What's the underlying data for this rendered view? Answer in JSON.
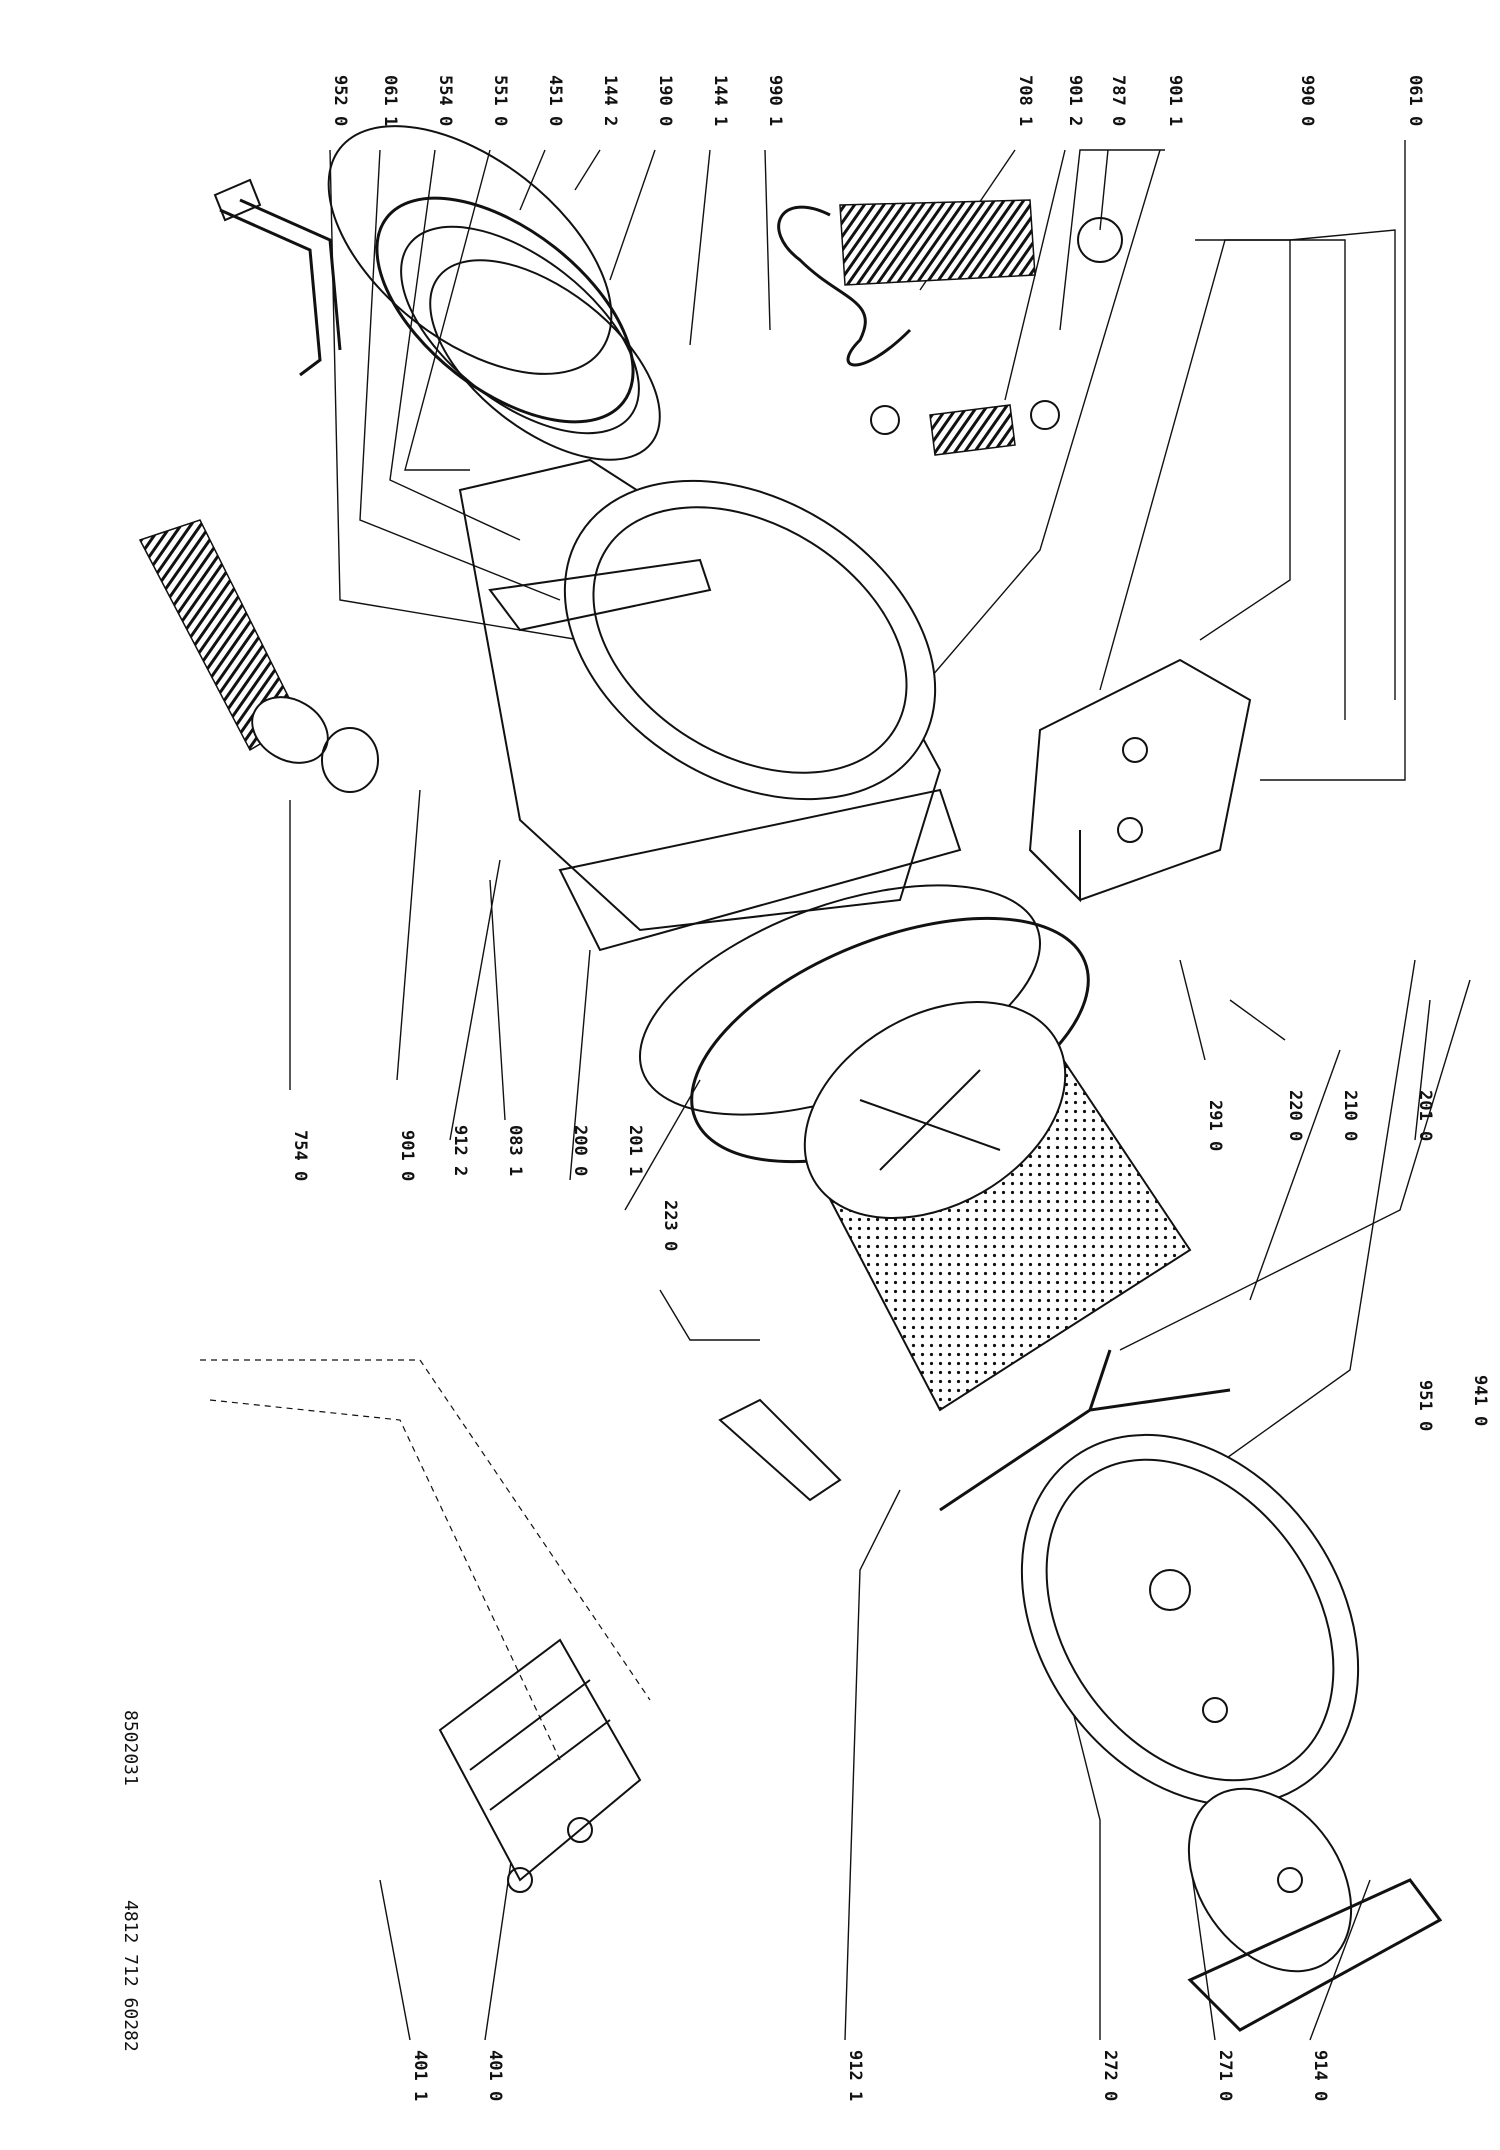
{
  "drawing": {
    "doc_number": "4812 712 60282",
    "ref_code": "8502031"
  },
  "labels": [
    {
      "id": "p0610",
      "text": "061 0"
    },
    {
      "id": "p9900",
      "text": "990 0"
    },
    {
      "id": "p9011",
      "text": "901 1"
    },
    {
      "id": "p7870",
      "text": "787 0"
    },
    {
      "id": "p9012",
      "text": "901 2"
    },
    {
      "id": "p7081",
      "text": "708 1"
    },
    {
      "id": "p9901",
      "text": "990 1"
    },
    {
      "id": "p1441",
      "text": "144 1"
    },
    {
      "id": "p1900",
      "text": "190 0"
    },
    {
      "id": "p1442",
      "text": "144 2"
    },
    {
      "id": "p4510",
      "text": "451 0"
    },
    {
      "id": "p5510",
      "text": "551 0"
    },
    {
      "id": "p5540",
      "text": "554 0"
    },
    {
      "id": "p0611",
      "text": "061 1"
    },
    {
      "id": "p9520",
      "text": "952 0"
    },
    {
      "id": "p2010",
      "text": "201 0"
    },
    {
      "id": "p2100",
      "text": "210 0"
    },
    {
      "id": "p2200",
      "text": "220 0"
    },
    {
      "id": "p2910",
      "text": "291 0"
    },
    {
      "id": "p2230",
      "text": "223 0"
    },
    {
      "id": "p2011",
      "text": "201 1"
    },
    {
      "id": "p2000",
      "text": "200 0"
    },
    {
      "id": "p0831",
      "text": "083 1"
    },
    {
      "id": "p9122",
      "text": "912 2"
    },
    {
      "id": "p9010",
      "text": "901 0"
    },
    {
      "id": "p7540",
      "text": "754 0"
    },
    {
      "id": "p9410",
      "text": "941 0"
    },
    {
      "id": "p9510",
      "text": "951 0"
    },
    {
      "id": "p9140",
      "text": "914 0"
    },
    {
      "id": "p2710",
      "text": "271 0"
    },
    {
      "id": "p2720",
      "text": "272 0"
    },
    {
      "id": "p9121",
      "text": "912 1"
    },
    {
      "id": "p4010",
      "text": "401 0"
    },
    {
      "id": "p4011",
      "text": "401 1"
    }
  ]
}
